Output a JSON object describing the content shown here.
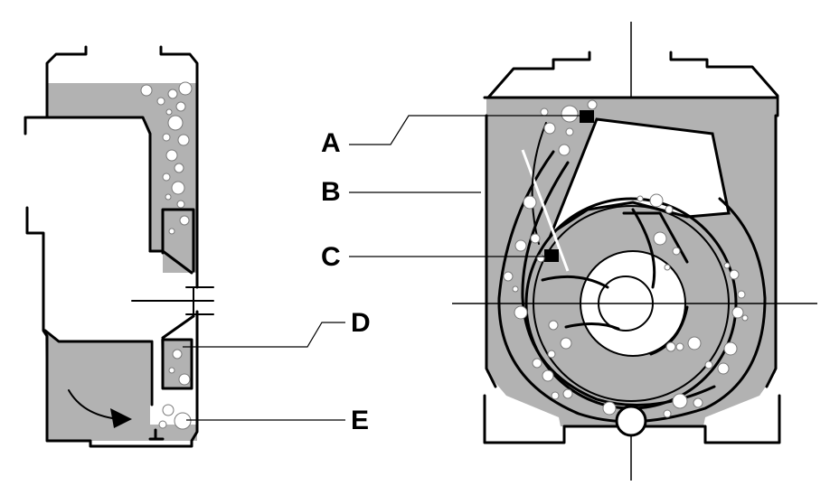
{
  "diagram": {
    "labels": [
      {
        "key": "a",
        "text": "A"
      },
      {
        "key": "b",
        "text": "B"
      },
      {
        "key": "c",
        "text": "C"
      },
      {
        "key": "d",
        "text": "D"
      },
      {
        "key": "e",
        "text": "E"
      }
    ]
  },
  "colors": {
    "liquid": "#b2b2b2",
    "outline": "#000000",
    "bubble": "#ffffff"
  }
}
